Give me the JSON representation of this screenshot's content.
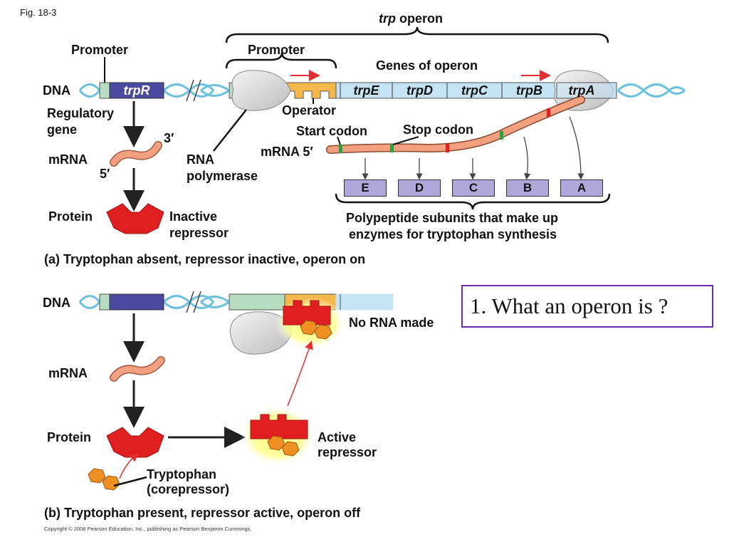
{
  "figure_label": "Fig. 18-3",
  "title": {
    "italic": "trp",
    "rest": " operon"
  },
  "panel_a": {
    "labels": {
      "dna": "DNA",
      "promoter_left": "Promoter",
      "promoter_right": "Promoter",
      "genes_of_operon": "Genes of operon",
      "operator": "Operator",
      "regulatory_gene": [
        "Regulatory",
        "gene"
      ],
      "three_prime": "3′",
      "five_prime": "5′",
      "mrna": "mRNA",
      "mrna_5": "mRNA 5′",
      "start_codon": "Start codon",
      "stop_codon": "Stop codon",
      "rna_polymerase": [
        "RNA",
        "polymerase"
      ],
      "protein": "Protein",
      "inactive_repressor": [
        "Inactive",
        "repressor"
      ],
      "polypeptide": [
        "Polypeptide subunits that make up",
        "enzymes for tryptophan synthesis"
      ]
    },
    "regulatory_gene_name": "trpR",
    "genes": [
      "trpE",
      "trpD",
      "trpC",
      "trpB",
      "trpA"
    ],
    "subunits": [
      "E",
      "D",
      "C",
      "B",
      "A"
    ],
    "caption": "(a) Tryptophan absent, repressor inactive, operon on"
  },
  "panel_b": {
    "labels": {
      "dna": "DNA",
      "no_rna": "No RNA made",
      "mrna": "mRNA",
      "protein": "Protein",
      "active_repressor": [
        "Active",
        "repressor"
      ],
      "tryptophan": [
        "Tryptophan",
        "(corepressor)"
      ]
    },
    "caption": "(b) Tryptophan present, repressor active, operon off"
  },
  "question": "1. What an operon is ?",
  "copyright": "Copyright © 2008 Pearson Education, Inc., publishing as Pearson Benjamin Cummings.",
  "colors": {
    "trpR": "#4b4aa0",
    "operator": "#f5b84a",
    "promoter": "#b8dcc0",
    "genes": "#c4e4f5",
    "mrna": "#f2a080",
    "repressor": "#e02020",
    "tryptophan": "#f09020",
    "subunit": "#b0a8da",
    "helix": "#6cc0e0",
    "question_border": "#6a2bb0"
  }
}
